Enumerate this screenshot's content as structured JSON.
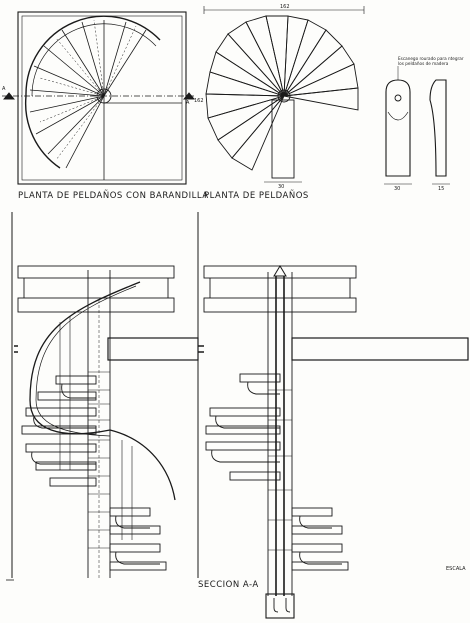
{
  "drawing": {
    "caption_plan_rail": "PLANTA DE PELDAÑOS CON BARANDILLA",
    "caption_plan": "PLANTA DE PELDAÑOS",
    "caption_section": "SECCION A-A",
    "section_marker_left": "A",
    "section_marker_right": "A",
    "dim_width_top": "162",
    "dim_width_right": "162",
    "dim_core_plan": "30",
    "dim_detail_width": "30",
    "dim_detail_thickness": "15",
    "note_detail": "Escanego rourado para ntegrar los peldaños de madera",
    "scale_note": "ESCALA"
  },
  "colors": {
    "ink": "#1a1a1a",
    "paper": "#fdfdfb"
  }
}
